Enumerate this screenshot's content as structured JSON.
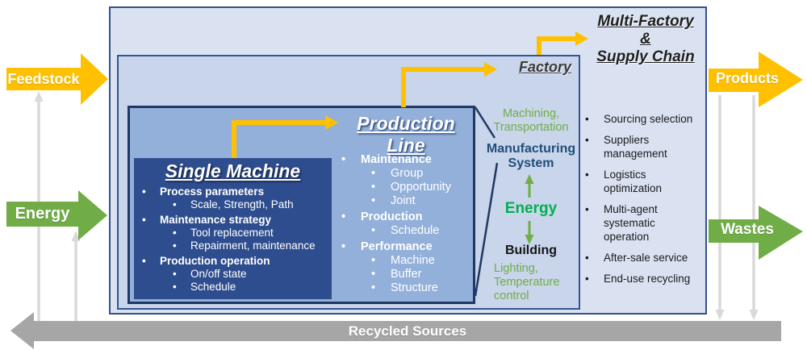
{
  "bullet": "•",
  "colors": {
    "accent_yellow": "#FFC000",
    "accent_green": "#70AD47",
    "energy_text_green": "#00B050",
    "recycle_gray": "#A6A6A6",
    "feedback_line_gray": "#D9D9D9",
    "navy_border": "#1F3864",
    "outer_box_fill": "#DAE2F2",
    "factory_box_fill": "#C8D5EA",
    "production_line_fill": "#93B0DA",
    "single_machine_fill": "#2E4D8E",
    "system_text_blue": "#1F4E79"
  },
  "io_arrows": {
    "feedstock": "Feedstock",
    "energy": "Energy",
    "products": "Products",
    "wastes": "Wastes",
    "recycled_sources": "Recycled Sources"
  },
  "multi_factory": {
    "title_lines": [
      "Multi-Factory",
      "&",
      "Supply Chain"
    ],
    "bullets": [
      "Sourcing selection",
      "Suppliers management",
      "Logistics optimization",
      "Multi-agent systematic operation",
      "After-sale service",
      "End-use recycling"
    ]
  },
  "factory": {
    "title": "Factory",
    "machining_note": "Machining, Transportation",
    "system_label": "Manufacturing System",
    "energy_label": "Energy",
    "building_label": "Building",
    "building_note": "Lighting, Temperature control"
  },
  "production_line": {
    "title": "Production Line",
    "groups": [
      {
        "label": "Maintenance",
        "items": [
          "Group",
          "Opportunity",
          "Joint"
        ]
      },
      {
        "label": "Production",
        "items": [
          "Schedule"
        ]
      },
      {
        "label": "Performance",
        "items": [
          "Machine",
          "Buffer",
          "Structure"
        ]
      }
    ]
  },
  "single_machine": {
    "title": "Single Machine",
    "groups": [
      {
        "label": "Process parameters",
        "items": [
          "Scale, Strength, Path"
        ]
      },
      {
        "label": "Maintenance strategy",
        "items": [
          "Tool replacement",
          "Repairment, maintenance"
        ]
      },
      {
        "label": "Production operation",
        "items": [
          "On/off state",
          "Schedule"
        ]
      }
    ]
  }
}
